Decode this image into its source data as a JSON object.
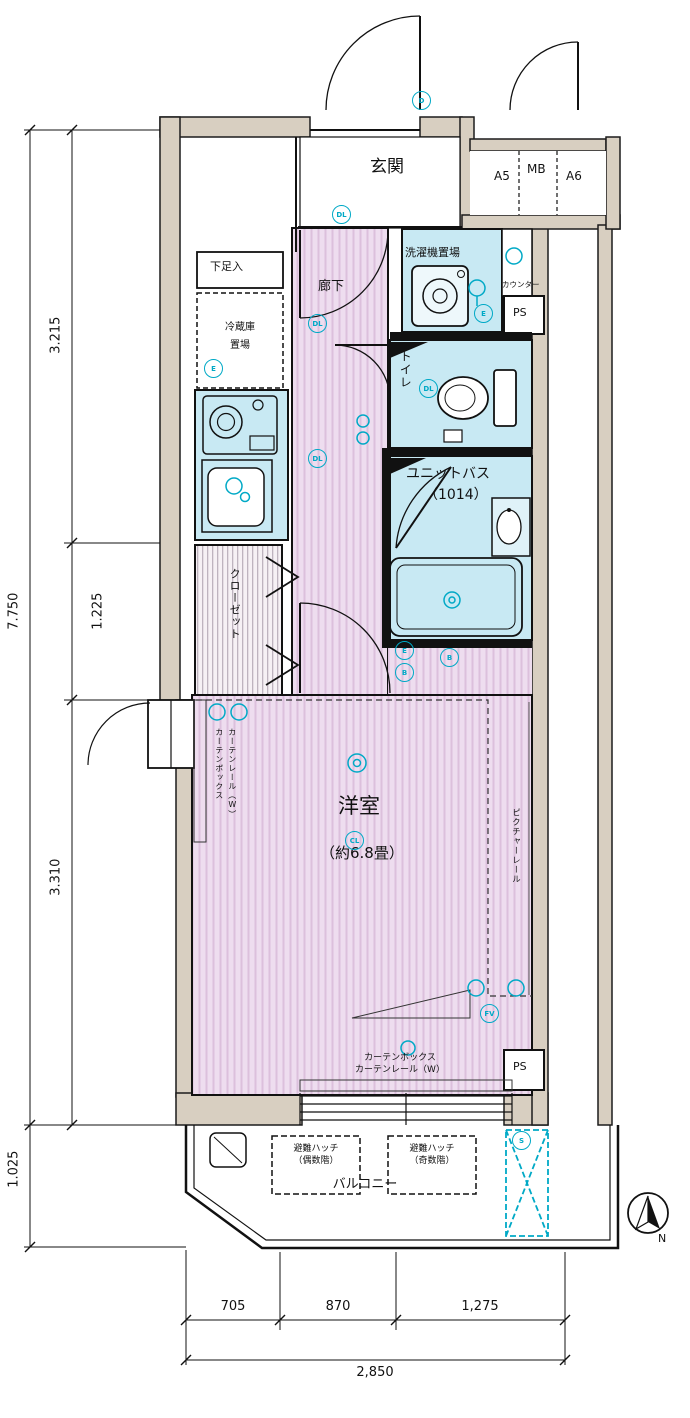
{
  "rooms": {
    "genkan": "玄関",
    "rouka": "廊下",
    "sentakuki": "洗濯機置場",
    "counter": "カウンター",
    "ps_top": "PS",
    "ps_bottom": "PS",
    "toilet": "トイレ",
    "unit_bath_1": "ユニットバス",
    "unit_bath_2": "（1014）",
    "shoe_box": "下足入",
    "fridge_1": "冷蔵庫",
    "fridge_2": "置場",
    "closet": "クローゼット",
    "western_room": "洋室",
    "western_room_size": "（約6.8畳）",
    "balcony": "バルコニー",
    "hatch_even_1": "避難ハッチ",
    "hatch_even_2": "（偶数階）",
    "hatch_odd_1": "避難ハッチ",
    "hatch_odd_2": "（奇数階）",
    "curtain_left_1": "カーテンボックス",
    "curtain_left_2": "カーテンレール（W）",
    "curtain_bottom_1": "カーテンボックス",
    "curtain_bottom_2": "カーテンレール（W）",
    "picture_rail": "ピクチャーレール",
    "a5": "A5",
    "mb": "MB",
    "a6": "A6"
  },
  "dimensions": {
    "d3215": "3.215",
    "d1225": "1.225",
    "d3310": "3.310",
    "d7750": "7.750",
    "d1025": "1.025",
    "d705": "705",
    "d870": "870",
    "d1275": "1,275",
    "d2850": "2,850"
  },
  "compass": {
    "north": "N"
  },
  "symbols": {
    "s1": "D",
    "s2": "DL",
    "s3": "DL",
    "s4": "DL",
    "s5": "E",
    "s6": "DL",
    "s7": "E",
    "s8": "B",
    "s9": "B",
    "s10": "FV",
    "s11": "CL",
    "s12": "E",
    "s13": "S"
  },
  "colors": {
    "wall": "#d8cfc1",
    "floor_pink": "#eeddef",
    "wet_area": "#c8e9f3",
    "symbol_cyan": "#00a9c6"
  }
}
